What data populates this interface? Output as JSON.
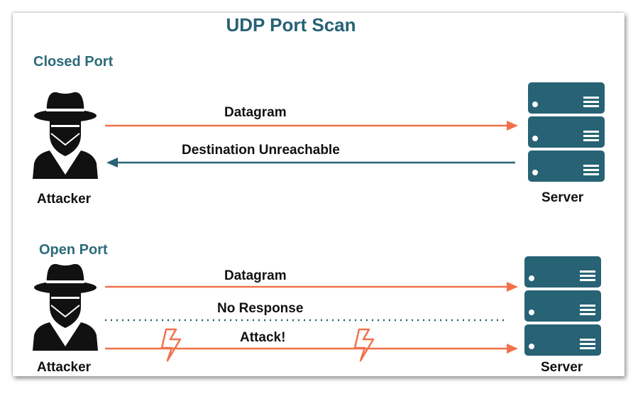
{
  "title": "UDP Port Scan",
  "colors": {
    "accent": "#276275",
    "request_arrow": "#f2714b",
    "reply_arrow": "#276275",
    "server": "#276275",
    "figure": "#111111"
  },
  "closed_port": {
    "heading": "Closed Port",
    "request_label": "Datagram",
    "reply_label": "Destination Unreachable",
    "attacker_label": "Attacker",
    "server_label": "Server"
  },
  "open_port": {
    "heading": "Open Port",
    "request_label": "Datagram",
    "no_response_label": "No Response",
    "attack_label": "Attack!",
    "attacker_label": "Attacker",
    "server_label": "Server"
  },
  "icons": [
    "hacker-icon",
    "server-rack-icon",
    "lightning-bolt-icon"
  ]
}
